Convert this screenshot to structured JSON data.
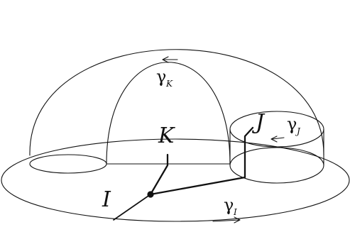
{
  "labels": {
    "I": "I",
    "J": "J",
    "K": "K",
    "gamma": "γ",
    "gamma_K_sub": "K",
    "gamma_J_sub": "J",
    "gamma_I_sub": "I"
  }
}
